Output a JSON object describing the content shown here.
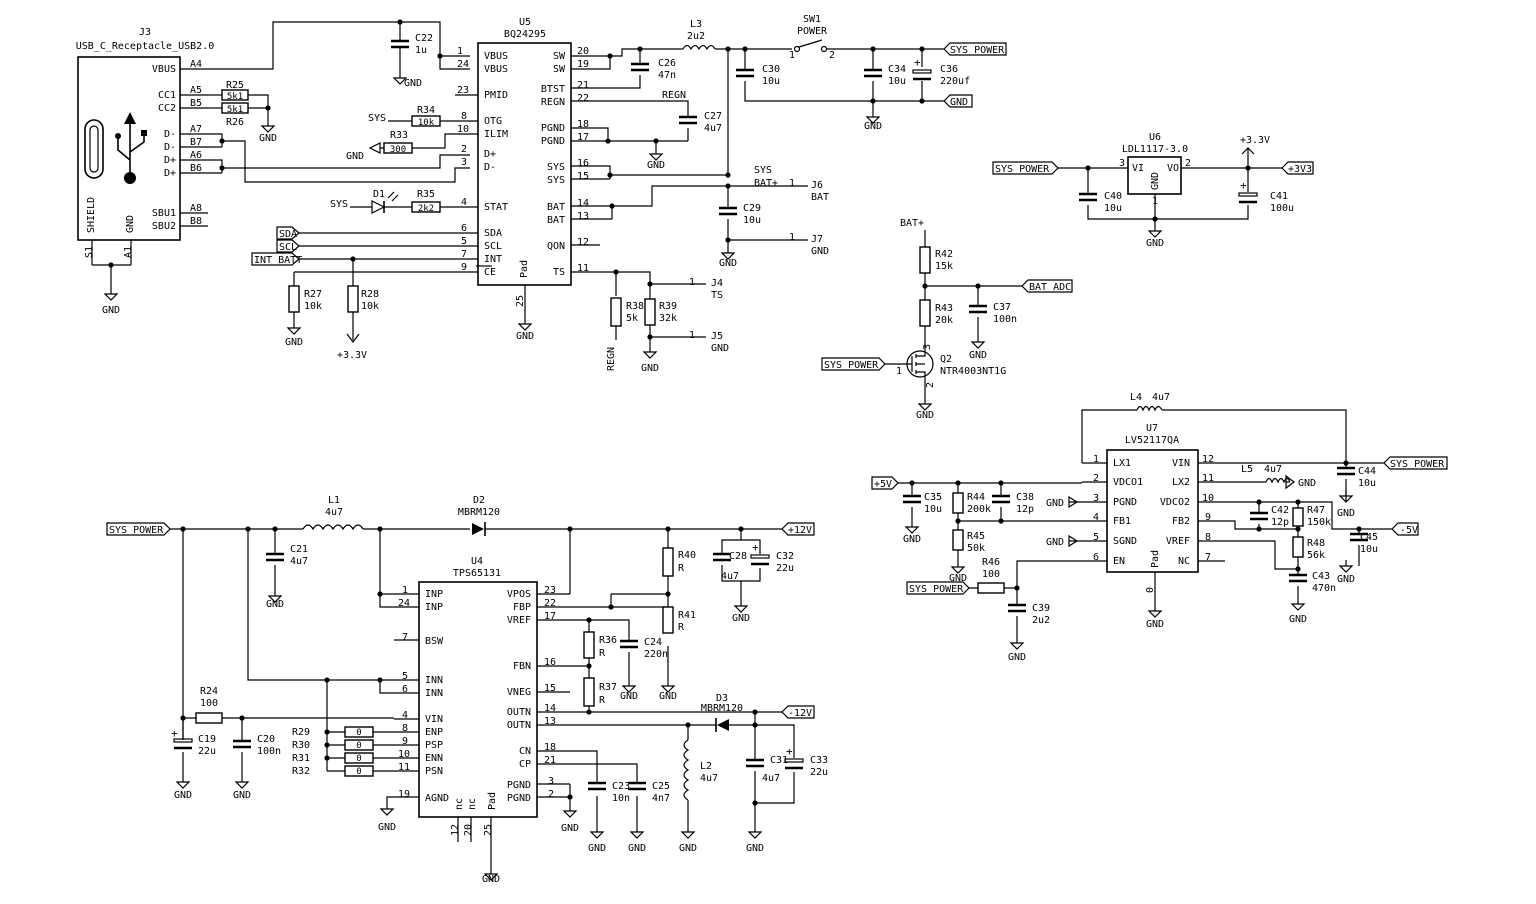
{
  "power_labels": {
    "sys_power": "SYS_POWER",
    "gnd": "GND",
    "p12v": "+12V",
    "m12v": "-12V",
    "p5v": "+5V",
    "m5v": "-5V",
    "p3v3_flag": "+3V3",
    "p3v3": "+3.3V",
    "sys": "SYS",
    "bat_plus": "BAT+",
    "regn": "REGN",
    "sda": "SDA",
    "scl": "SCL",
    "int_batt": "INT_BATT",
    "bat_adc": "BAT_ADC"
  },
  "j3": {
    "ref": "J3",
    "value": "USB_C_Receptacle_USB2.0",
    "shield": "SHIELD",
    "gnd": "GND",
    "pins_left": [
      "VBUS",
      "CC1",
      "CC2",
      "D-",
      "D-",
      "D+",
      "D+",
      "SBU1",
      "SBU2"
    ],
    "pin_nums": [
      "A4",
      "A5",
      "B5",
      "A7",
      "B7",
      "A6",
      "B6",
      "A8",
      "B8",
      "S1",
      "A1"
    ]
  },
  "resistors": {
    "r25": [
      "R25",
      "5k1"
    ],
    "r26": [
      "R26",
      "5k1"
    ],
    "r34": [
      "R34",
      "10k"
    ],
    "r33": [
      "R33",
      "300"
    ],
    "r35": [
      "R35",
      "2k2"
    ],
    "r27": [
      "R27",
      "10k"
    ],
    "r28": [
      "R28",
      "10k"
    ],
    "r38": [
      "R38",
      "5k"
    ],
    "r39": [
      "R39",
      "32k"
    ],
    "r42": [
      "R42",
      "15k"
    ],
    "r43": [
      "R43",
      "20k"
    ],
    "r40": [
      "R40",
      "R"
    ],
    "r41": [
      "R41",
      "R"
    ],
    "r36": [
      "R36",
      "R"
    ],
    "r37": [
      "R37",
      "R"
    ],
    "r24": [
      "R24",
      "100"
    ],
    "r29": "R29",
    "r30": "R30",
    "r31": "R31",
    "r32": "R32",
    "r44": [
      "R44",
      "200k"
    ],
    "r45": [
      "R45",
      "50k"
    ],
    "r46": [
      "R46",
      "100"
    ],
    "r47": [
      "R47",
      "150k"
    ],
    "r48": [
      "R48",
      "56k"
    ]
  },
  "caps": {
    "c22": [
      "C22",
      "1u"
    ],
    "c26": [
      "C26",
      "47n"
    ],
    "c27": [
      "C27",
      "4u7"
    ],
    "c29": [
      "C29",
      "10u"
    ],
    "c30": [
      "C30",
      "10u"
    ],
    "c34": [
      "C34",
      "10u"
    ],
    "c36": [
      "C36",
      "220uf"
    ],
    "c37": [
      "C37",
      "100n"
    ],
    "c40": [
      "C40",
      "10u"
    ],
    "c41": [
      "C41",
      "100u"
    ],
    "c21": [
      "C21",
      "4u7"
    ],
    "c28": [
      "C28",
      "4u7"
    ],
    "c32": [
      "C32",
      "22u"
    ],
    "c24": [
      "C24",
      "220n"
    ],
    "c19": [
      "C19",
      "22u"
    ],
    "c20": [
      "C20",
      "100n"
    ],
    "c23": [
      "C23",
      "10n"
    ],
    "c25": [
      "C25",
      "4n7"
    ],
    "c31": [
      "C31",
      "4u7"
    ],
    "c33": [
      "C33",
      "22u"
    ],
    "c35": [
      "C35",
      "10u"
    ],
    "c38": [
      "C38",
      "12p"
    ],
    "c39": [
      "C39",
      "2u2"
    ],
    "c42": [
      "C42",
      "12p"
    ],
    "c43": [
      "C43",
      "470n"
    ],
    "c44": [
      "C44",
      "10u"
    ],
    "c45": [
      "C45",
      "10u"
    ]
  },
  "inductors": {
    "l3": [
      "L3",
      "2u2"
    ],
    "l1": [
      "L1",
      "4u7"
    ],
    "l2": [
      "L2",
      "4u7"
    ],
    "l4": [
      "L4",
      "4u7"
    ],
    "l5": [
      "L5",
      "4u7"
    ]
  },
  "diodes": {
    "d1": "D1",
    "d2": [
      "D2",
      "MBRM120"
    ],
    "d3": [
      "D3",
      "MBRM120"
    ]
  },
  "switch": [
    "SW1",
    "POWER"
  ],
  "connectors": {
    "j6": [
      "J6",
      "BAT"
    ],
    "j7": [
      "J7",
      "GND"
    ],
    "j4": [
      "J4",
      "TS"
    ],
    "j5": [
      "J5",
      "GND"
    ]
  },
  "u5": {
    "ref": "U5",
    "value": "BQ24295",
    "left_pins": [
      "VBUS",
      "VBUS",
      "PMID",
      "OTG",
      "ILIM",
      "D+",
      "D-",
      "STAT",
      "SDA",
      "SCL",
      "INT",
      "CE"
    ],
    "left_nums": [
      "1",
      "24",
      "23",
      "8",
      "10",
      "2",
      "3",
      "4",
      "6",
      "5",
      "7",
      "9"
    ],
    "right_pins": [
      "SW",
      "SW",
      "BTST",
      "REGN",
      "PGND",
      "PGND",
      "SYS",
      "SYS",
      "BAT",
      "BAT",
      "QON",
      "TS"
    ],
    "right_nums": [
      "20",
      "19",
      "21",
      "22",
      "18",
      "17",
      "16",
      "15",
      "14",
      "13",
      "12",
      "11"
    ],
    "pad": "Pad",
    "pad_num": "25"
  },
  "u6": {
    "ref": "U6",
    "value": "LDL1117-3.0",
    "vi": "VI",
    "vo": "VO",
    "gnd": "GND",
    "n1": "1",
    "n2": "2",
    "n3": "3"
  },
  "q2": {
    "ref": "Q2",
    "value": "NTR4003NT1G",
    "n1": "1",
    "n2": "2",
    "n3": "3"
  },
  "u4": {
    "ref": "U4",
    "value": "TPS65131",
    "left_pins": [
      "INP",
      "INP",
      "BSW",
      "INN",
      "INN",
      "VIN",
      "ENP",
      "PSP",
      "ENN",
      "PSN",
      "AGND"
    ],
    "left_nums": [
      "1",
      "24",
      "7",
      "5",
      "6",
      "4",
      "8",
      "9",
      "10",
      "11",
      "19"
    ],
    "right_pins": [
      "VPOS",
      "FBP",
      "VREF",
      "FBN",
      "VNEG",
      "OUTN",
      "OUTN",
      "CN",
      "CP",
      "PGND",
      "PGND"
    ],
    "right_nums": [
      "23",
      "22",
      "17",
      "16",
      "15",
      "14",
      "13",
      "18",
      "21",
      "3",
      "2"
    ],
    "bottom_pins": [
      "nc",
      "nc",
      "Pad"
    ],
    "bottom_nums": [
      "12",
      "20",
      "25"
    ]
  },
  "u7": {
    "ref": "U7",
    "value": "LV52117QA",
    "left_pins": [
      "LX1",
      "VDCO1",
      "PGND",
      "FB1",
      "SGND",
      "EN"
    ],
    "left_nums": [
      "1",
      "2",
      "3",
      "4",
      "5",
      "6"
    ],
    "right_pins": [
      "VIN",
      "LX2",
      "VDCO2",
      "FB2",
      "VREF",
      "NC"
    ],
    "right_nums": [
      "12",
      "11",
      "10",
      "9",
      "8",
      "7"
    ],
    "pad": "Pad",
    "pad_num": "0"
  }
}
